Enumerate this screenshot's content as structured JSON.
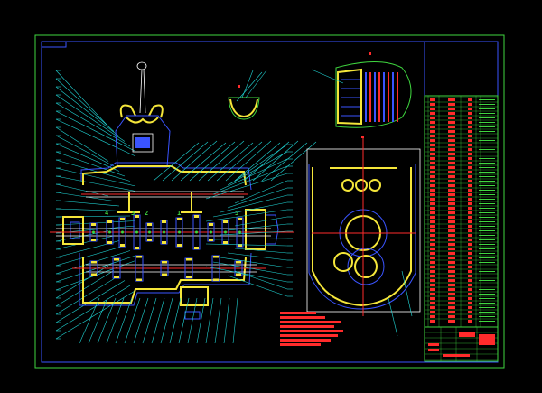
{
  "drawing": {
    "gear_position_numbers": [
      "4",
      "3",
      "2",
      "1",
      "5"
    ],
    "colors": {
      "background": "#000000",
      "frame": "#3fd63f",
      "outline": "#3a54ff",
      "section_fill": "#f5e63a",
      "center_line": "#ff2b2b",
      "leader": "#20d4d4",
      "shaft": "#ffffff"
    },
    "views": [
      "main-section-view",
      "shift-lever-detail",
      "synchronizer-detail",
      "side-section-view",
      "parts-list-table",
      "title-block",
      "technical-notes"
    ]
  }
}
